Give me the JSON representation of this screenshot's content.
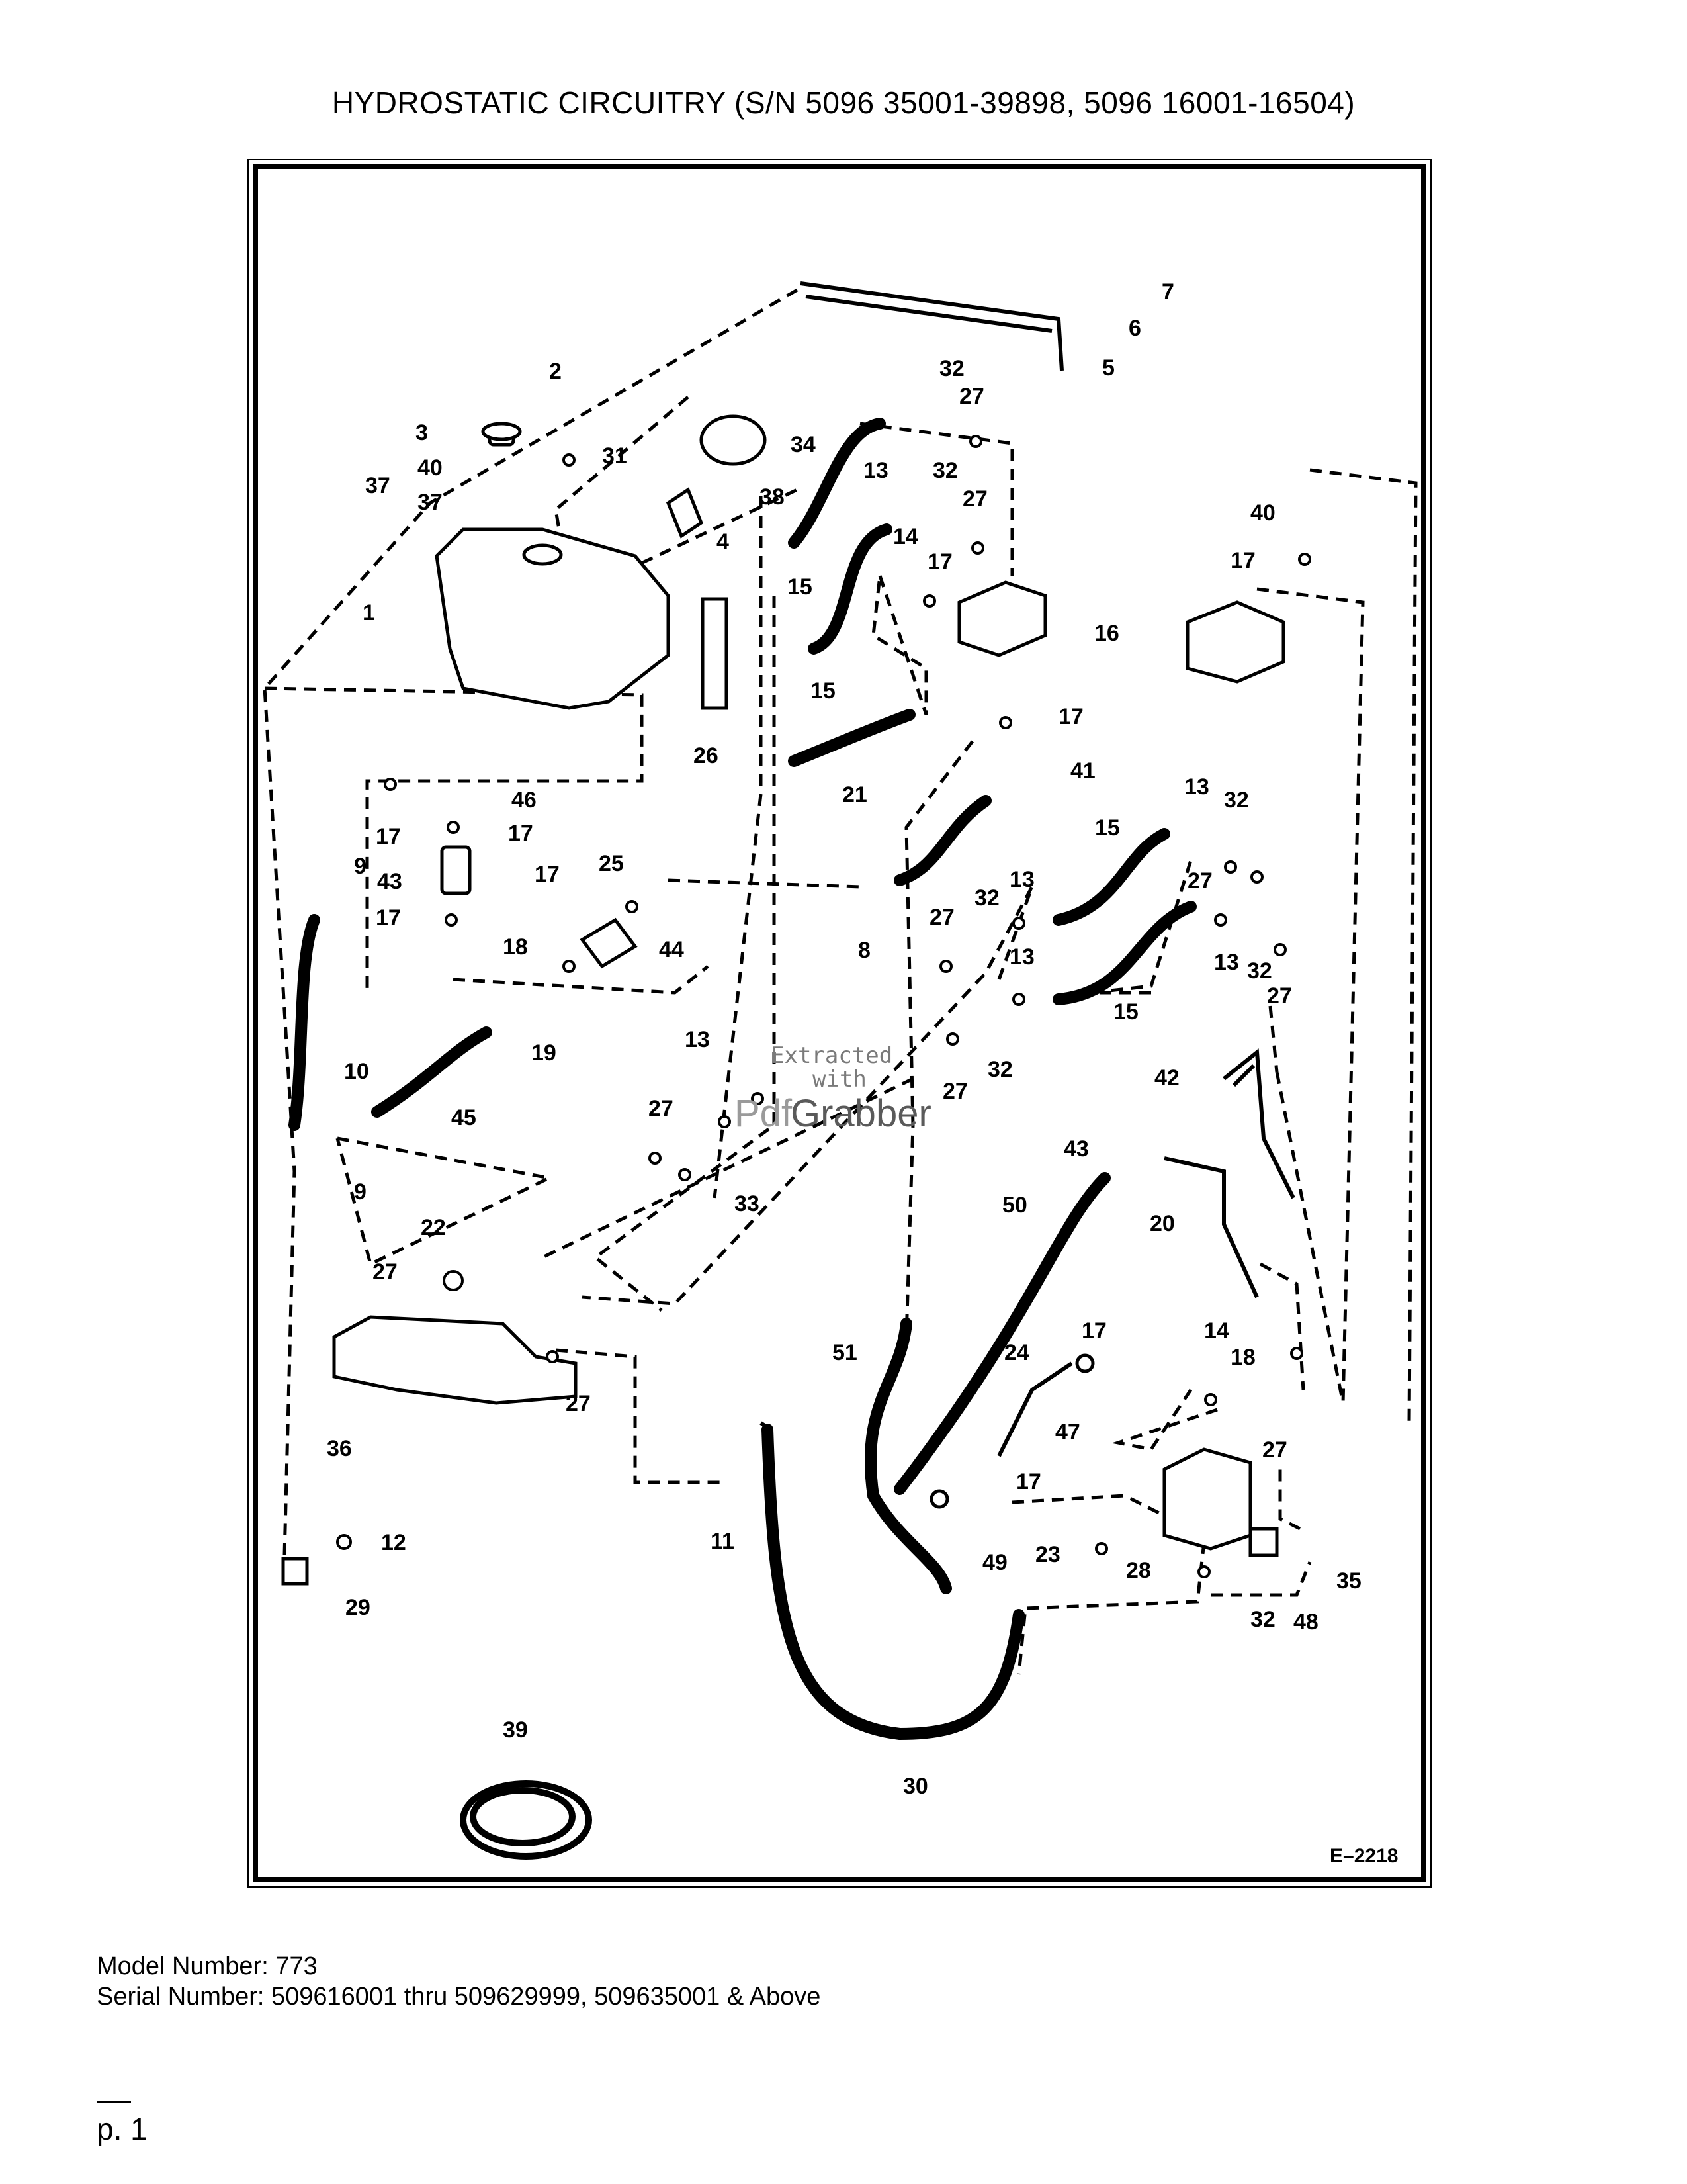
{
  "title": "HYDROSTATIC CIRCUITRY (S/N 5096 35001-39898, 5096 16001-16504)",
  "figure_code": "E–2218",
  "watermark": {
    "line1": "Extracted",
    "line2": "with",
    "brand_a": "Pdf",
    "brand_b": "Grabber"
  },
  "footer": {
    "model": "Model Number: 773",
    "serial": "Serial Number: 509616001 thru 509629999, 509635001 & Above",
    "page": "p. 1"
  },
  "callouts": [
    "1",
    "2",
    "3",
    "4",
    "5",
    "6",
    "7",
    "8",
    "9",
    "9",
    "10",
    "11",
    "12",
    "13",
    "13",
    "13",
    "13",
    "13",
    "13",
    "14",
    "14",
    "15",
    "15",
    "15",
    "15",
    "16",
    "17",
    "17",
    "17",
    "17",
    "17",
    "17",
    "17",
    "17",
    "17",
    "18",
    "18",
    "19",
    "20",
    "21",
    "22",
    "23",
    "24",
    "25",
    "26",
    "27",
    "27",
    "27",
    "27",
    "27",
    "27",
    "27",
    "27",
    "27",
    "27",
    "28",
    "29",
    "30",
    "31",
    "32",
    "32",
    "32",
    "32",
    "32",
    "32",
    "32",
    "33",
    "34",
    "35",
    "36",
    "37",
    "37",
    "38",
    "39",
    "40",
    "40",
    "41",
    "42",
    "43",
    "43",
    "44",
    "45",
    "46",
    "47",
    "48",
    "49",
    "50",
    "51"
  ],
  "colors": {
    "ink": "#000000",
    "paper": "#ffffff",
    "watermark": "#7a7a7a"
  }
}
